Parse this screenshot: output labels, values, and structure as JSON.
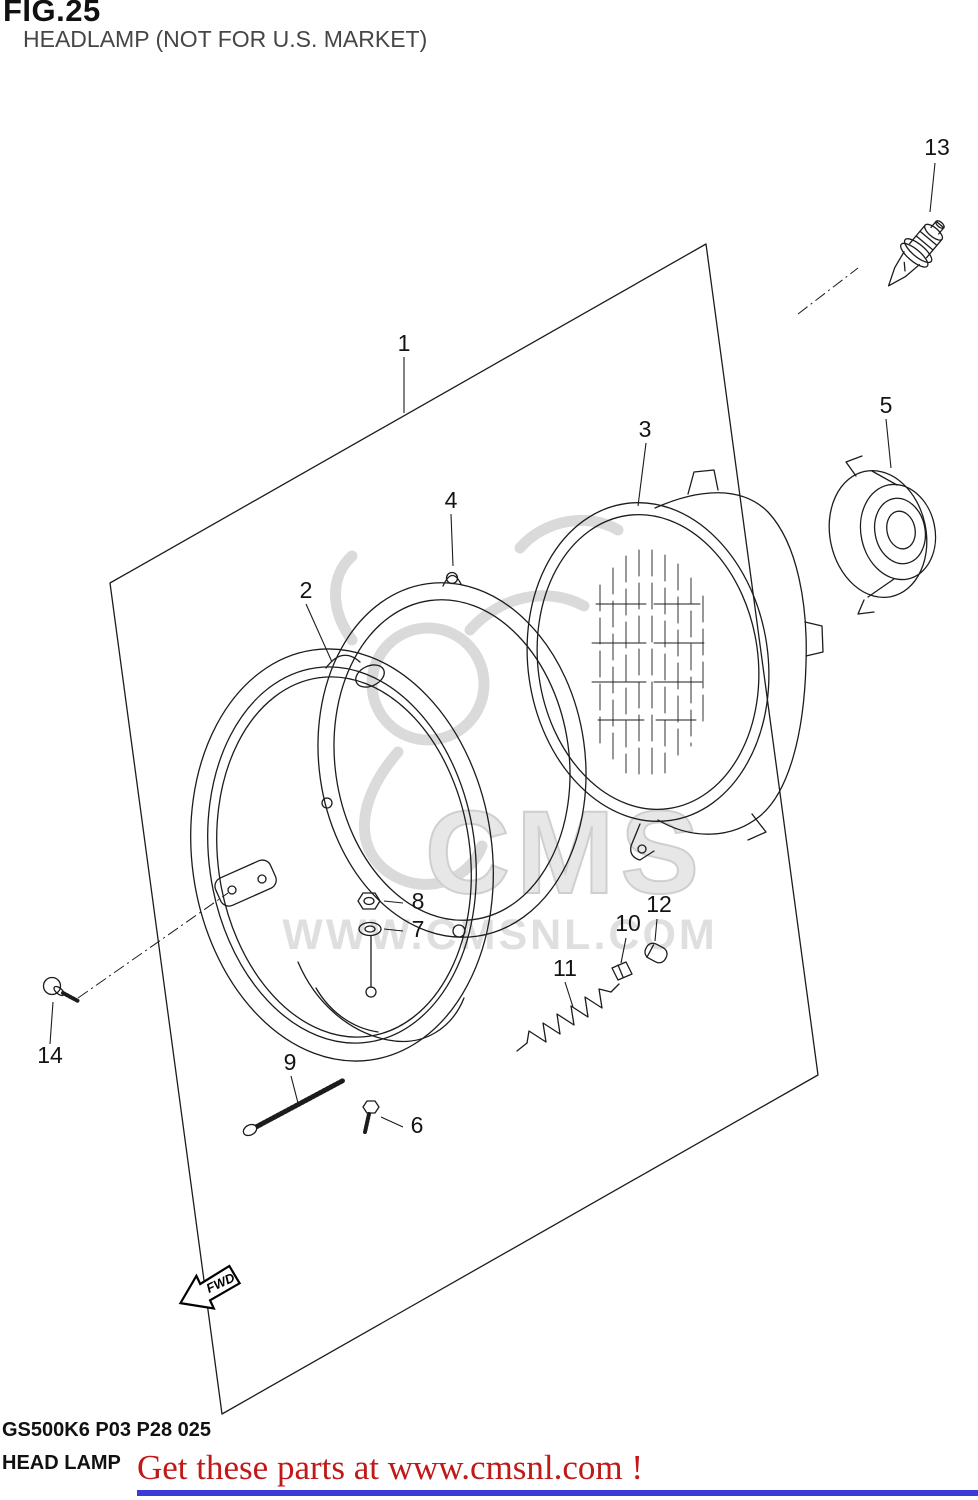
{
  "figure": {
    "fig_label": "FIG.25",
    "title": "HEADLAMP (NOT FOR U.S. MARKET)"
  },
  "watermark": {
    "logo_text": "CMS",
    "url_text": "WWW.CMSNL.COM"
  },
  "diagram": {
    "fwd_label": "FWD",
    "parts": [
      {
        "num": "1"
      },
      {
        "num": "2"
      },
      {
        "num": "3"
      },
      {
        "num": "4"
      },
      {
        "num": "5"
      },
      {
        "num": "6"
      },
      {
        "num": "7"
      },
      {
        "num": "8"
      },
      {
        "num": "9"
      },
      {
        "num": "10"
      },
      {
        "num": "11"
      },
      {
        "num": "12"
      },
      {
        "num": "13"
      },
      {
        "num": "14"
      }
    ]
  },
  "footer": {
    "model_code": "GS500K6 P03 P28 025",
    "page_label": "HEAD LAMP",
    "banner_text": "Get these parts at www.cmsnl.com !"
  },
  "colors": {
    "banner_red": "#c11818",
    "footer_rule_blue": "#3b3bd6",
    "line_black": "#1c1c1c",
    "subtitle_gray": "#464646",
    "watermark_gray": "#c8c8c8"
  }
}
